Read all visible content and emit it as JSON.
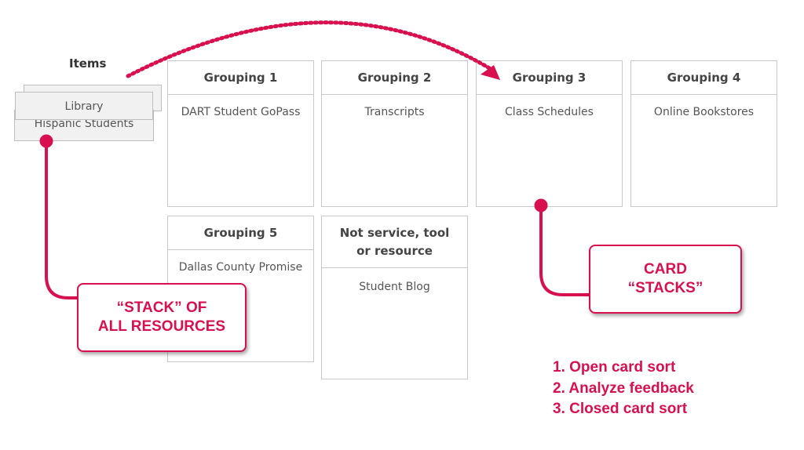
{
  "items": {
    "label": "Items",
    "stack_cards": [
      "Library",
      "Hispanic Students"
    ]
  },
  "groupings": [
    {
      "title": "Grouping 1",
      "item": "DART Student GoPass"
    },
    {
      "title": "Grouping 2",
      "item": "Transcripts"
    },
    {
      "title": "Grouping 3",
      "item": "Class Schedules"
    },
    {
      "title": "Grouping 4",
      "item": "Online Bookstores"
    },
    {
      "title": "Grouping 5",
      "item": "Dallas County Promise"
    },
    {
      "title": "Not service, tool or resource",
      "item": "Student Blog"
    }
  ],
  "callouts": {
    "stack_all": "“STACK” OF\nALL RESOURCES",
    "card_stacks": "CARD\n“STACKS”"
  },
  "steps": [
    "1. Open card sort",
    "2. Analyze feedback",
    "3. Closed card sort"
  ],
  "colors": {
    "accent": "#d8104f",
    "card_border": "#c9c9c9",
    "stack_fill": "#f1f1f1"
  }
}
